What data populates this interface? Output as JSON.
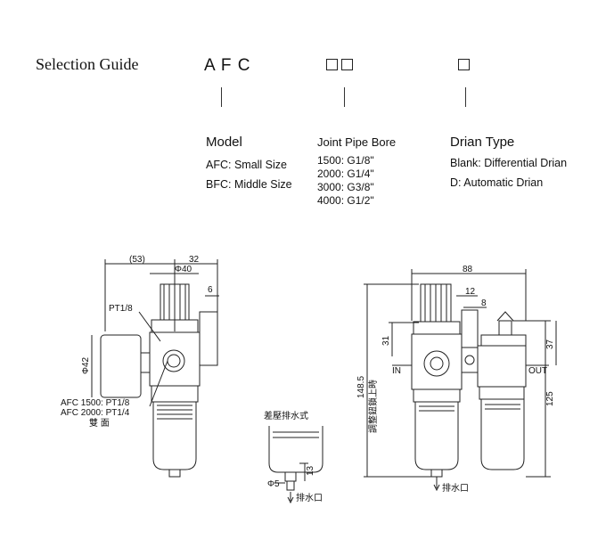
{
  "guide": {
    "title": "Selection Guide",
    "model_code": "A F C",
    "columns": {
      "model": {
        "heading": "Model",
        "items": [
          "AFC:  Small Size",
          "BFC:  Middle Size"
        ]
      },
      "bore": {
        "heading": "Joint Pipe Bore",
        "items": [
          "1500:  G1/8\"",
          "2000:  G1/4\"",
          "3000:  G3/8\"",
          "4000:  G1/2\""
        ]
      },
      "drain": {
        "heading": "Drian Type",
        "items": [
          "Blank:  Differential Drian",
          "D:  Automatic Drian"
        ]
      }
    }
  },
  "left_drawing": {
    "dim_53": "(53)",
    "dim_32": "32",
    "dim_phi40": "Φ40",
    "dim_6": "6",
    "dim_phi42": "Φ42",
    "port_pt": "PT1/8",
    "afc1500": "AFC 1500:  PT1/8",
    "afc2000": "AFC 2000:  PT1/4",
    "both_sides": "雙  面"
  },
  "drain_detail": {
    "title": "差壓排水式",
    "dim_phi5": "Φ5",
    "dim_13": "13",
    "outlet": "排水口"
  },
  "right_drawing": {
    "dim_88": "88",
    "dim_12": "12",
    "dim_8": "8",
    "dim_31": "31",
    "dim_37": "37",
    "dim_1485": "148.5",
    "dim_note": "調整鈕鎖上時",
    "dim_125": "125",
    "in": "IN",
    "out": "OUT",
    "outlet": "排水口"
  }
}
